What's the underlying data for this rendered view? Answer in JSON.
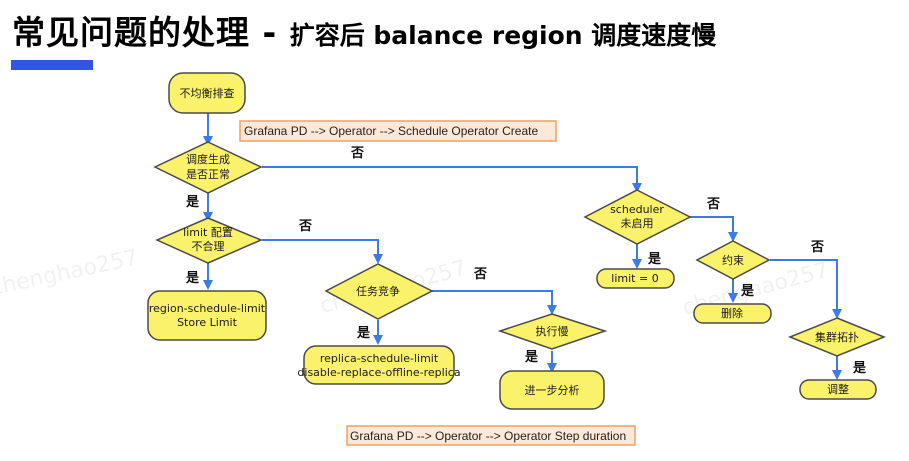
{
  "header": {
    "title_main": "常见问题的处理 - ",
    "title_sub": "扩容后 balance region 调度速度慢",
    "accent_color": "#3454e8"
  },
  "watermark": "chenghao257",
  "notes": {
    "top": "Grafana PD --> Operator --> Schedule Operator Create",
    "bottom": "Grafana PD --> Operator --> Operator Step duration"
  },
  "nodes": {
    "start": {
      "lines": [
        "不均衡排查"
      ]
    },
    "schedule_ok": {
      "lines": [
        "调度生成",
        "是否正常"
      ]
    },
    "limit_bad": {
      "lines": [
        "limit 配置",
        "不合理"
      ]
    },
    "limit_result": {
      "lines": [
        "region-schedule-limit",
        "Store Limit"
      ]
    },
    "task_compete": {
      "lines": [
        "任务竞争"
      ]
    },
    "replica_result": {
      "lines": [
        "replica-schedule-limit",
        "disable-replace-offline-replica"
      ]
    },
    "exec_slow": {
      "lines": [
        "执行慢"
      ]
    },
    "further": {
      "lines": [
        "进一步分析"
      ]
    },
    "scheduler_off": {
      "lines": [
        "scheduler",
        "未启用"
      ]
    },
    "limit_zero": {
      "lines": [
        "limit = 0"
      ]
    },
    "constraint": {
      "lines": [
        "约束"
      ]
    },
    "delete": {
      "lines": [
        "删除"
      ]
    },
    "topology": {
      "lines": [
        "集群拓扑"
      ]
    },
    "adjust": {
      "lines": [
        "调整"
      ]
    }
  },
  "edge_labels": {
    "yes": "是",
    "no": "否"
  },
  "colors": {
    "node_fill": "#fbf26c",
    "edge": "#3c7ae6",
    "note_border": "#f0a060"
  }
}
